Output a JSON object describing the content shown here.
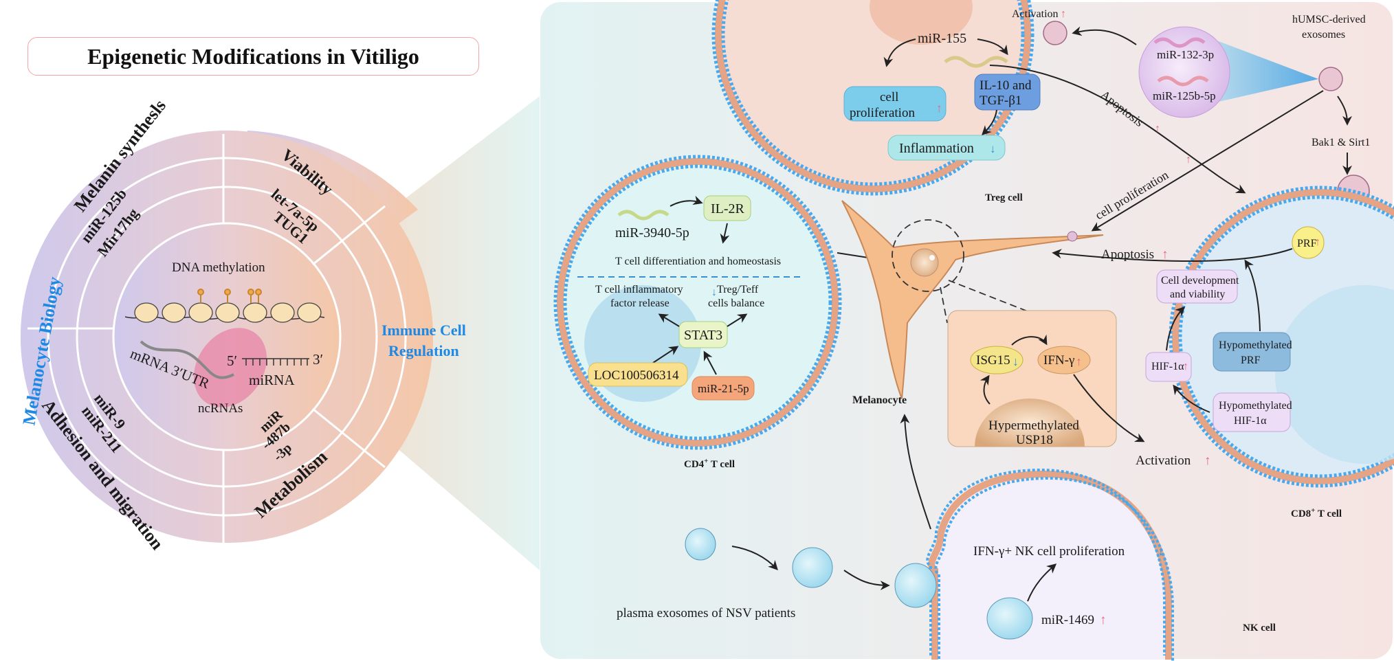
{
  "title": "Epigenetic Modifications in Vitiligo",
  "left_panel": {
    "section_label": "Melanocyte Biology",
    "center": {
      "dna_label": "DNA methylation",
      "mrna_label": "mRNA 3′UTR",
      "five_prime": "5′",
      "three_prime": "3′",
      "mirna_label": "miRNA",
      "ncrna_label": "ncRNAs"
    },
    "sectors": [
      {
        "outer": "Melanin synthesls",
        "inner": [
          "miR-125b",
          "Mir17hg"
        ]
      },
      {
        "outer": "Viability",
        "inner": [
          "let-7a-5p",
          "TUG1"
        ]
      },
      {
        "outer": "Adhesion and migration",
        "inner": [
          "miR-9",
          "miR-211"
        ]
      },
      {
        "outer": "Metabolism",
        "inner": [
          "miR",
          "-487b",
          "-3p"
        ]
      }
    ]
  },
  "bridge_label": [
    "Immune Cell",
    "Regulation"
  ],
  "colors": {
    "blue_label": "#1e88e5",
    "up_arrow": "#e8667f",
    "down_arrow": "#3a8fd0",
    "membrane_head": "#4aa8ec",
    "membrane_tail": "#d99a7a"
  },
  "treg": {
    "label": "Treg cell",
    "mirna": "miR-155",
    "box_prolif": "cell proliferation",
    "box_il10": [
      "IL-10 and",
      "TGF-β1"
    ],
    "box_inflam": "Inflammation",
    "activation": "Activation"
  },
  "exosomes_hUMSC": {
    "label": [
      "hUMSC-derived",
      "exosomes"
    ],
    "mirs": [
      "miR-132-3p",
      "miR-125b-5p"
    ],
    "target": "Bak1 & Sirt1",
    "apoptosis": "Apoptosis",
    "cell_prolif": "cell proliferation"
  },
  "cd4": {
    "label": "CD4",
    "label_sup": "+",
    "label_tail": " T cell",
    "mirna": "miR-3940-5p",
    "il2r": "IL-2R",
    "diff": "T cell differentiation and homeostasis",
    "inflam": [
      "T cell inflammatory",
      "factor release"
    ],
    "balance": [
      "Treg/Teff",
      "cells balance"
    ],
    "stat3": "STAT3",
    "loc": "LOC100506314",
    "mir21": "miR-21-5p"
  },
  "melanocyte": {
    "label": "Melanocyte",
    "isg15": "ISG15",
    "ifng": "IFN-γ",
    "usp18": [
      "Hypermethylated",
      "USP18"
    ]
  },
  "cd8": {
    "label": "CD8",
    "label_sup": "+",
    "label_tail": " T cell",
    "prf": "PRF",
    "apoptosis": "Apoptosis",
    "activation": "Activation",
    "dev": [
      "Cell development",
      "and viability"
    ],
    "hif": "HIF-1α",
    "hypo_prf": [
      "Hypomethylated",
      "PRF"
    ],
    "hypo_hif": [
      "Hypomethylated",
      "HIF-1α"
    ]
  },
  "nk": {
    "label": "NK cell",
    "plasma": "plasma exosomes of NSV patients",
    "prolif": "IFN-γ+ NK cell proliferation",
    "mir": "miR-1469"
  }
}
